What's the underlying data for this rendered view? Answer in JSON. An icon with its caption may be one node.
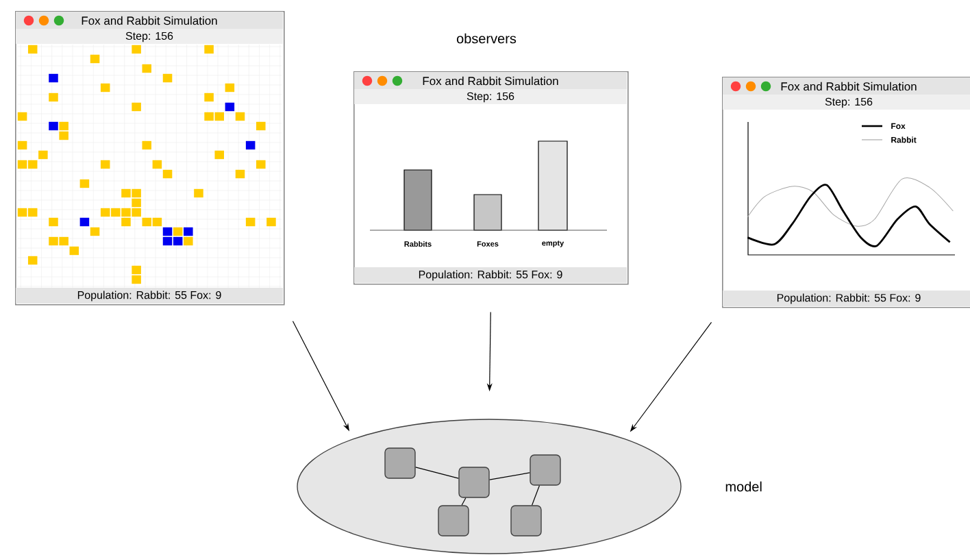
{
  "diagram": {
    "nodes": [
      {
        "text": [
          "Fox and Rabbit Simulation",
          "Step: 156",
          "Population: Rabbit: 55 Fox: 9"
        ]
      },
      {
        "text": [
          "Fox and Rabbit Simulation",
          "Step: 156",
          "Rabbits",
          "Foxes",
          "empty",
          "Population: Rabbit: 55 Fox: 9"
        ]
      },
      {
        "text": [
          "Fox and Rabbit Simulation",
          "Step: 156",
          "Fox",
          "Rabbit",
          "Population: Rabbit: 55 Fox: 9"
        ]
      },
      {
        "text": [],
        "shape": "ellipse",
        "beside": [
          "model"
        ]
      },
      {
        "text": [],
        "shape": "box",
        "in": 3
      },
      {
        "text": [],
        "shape": "box",
        "in": 3
      },
      {
        "text": [],
        "shape": "box",
        "in": 3
      },
      {
        "text": [],
        "shape": "box",
        "in": 3
      },
      {
        "text": [],
        "shape": "box",
        "in": 3
      }
    ],
    "edges": [
      {
        "from": 0,
        "to": 3,
        "arrow": "to"
      },
      {
        "from": 1,
        "to": 3,
        "arrow": "to"
      },
      {
        "from": 2,
        "to": 3,
        "arrow": "to"
      },
      {
        "from": 4,
        "to": 6,
        "arrow": "none"
      },
      {
        "from": 6,
        "to": 8,
        "arrow": "none"
      },
      {
        "from": 6,
        "to": 5,
        "arrow": "none"
      },
      {
        "from": 8,
        "to": 7,
        "arrow": "none"
      }
    ],
    "labels": [
      "observers"
    ]
  }
}
